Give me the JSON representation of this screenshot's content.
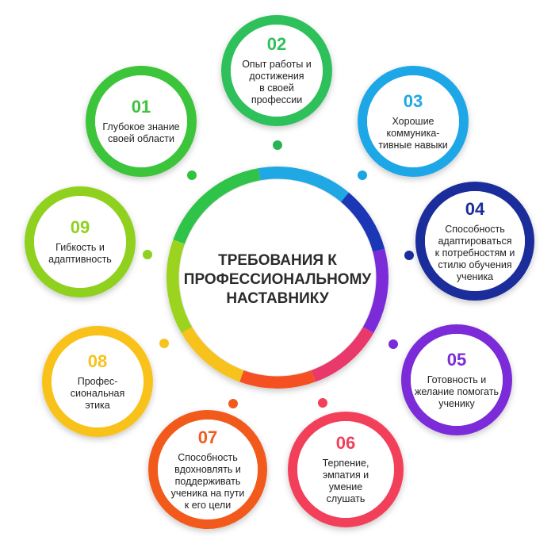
{
  "center": {
    "title": "ТРЕБОВАНИЯ К\nПРОФЕССИОНАЛЬНОМУ\nНАСТАВНИКУ"
  },
  "items": [
    {
      "number": "01",
      "label": "Глубокое знание\nсвоей области",
      "color": "#3cc43a"
    },
    {
      "number": "02",
      "label": "Опыт работы и\nдостижения\nв своей\nпрофессии",
      "color": "#2ec05a"
    },
    {
      "number": "03",
      "label": "Хорошие\nкоммуника-\nтивные навыки",
      "color": "#1ea7e6"
    },
    {
      "number": "04",
      "label": "Способность\nадаптироваться\nк потребностям и\nстилю обучения\nученика",
      "color": "#1b2d9a"
    },
    {
      "number": "05",
      "label": "Готовность и\nжелание помогать\nученику",
      "color": "#7b2bd8"
    },
    {
      "number": "06",
      "label": "Терпение,\nэмпатия и\nумение\nслушать",
      "color": "#f2405a"
    },
    {
      "number": "07",
      "label": "Способность\nвдохновлять и\nподдерживать\nученика на пути\nк его цели",
      "color": "#f25a1c"
    },
    {
      "number": "08",
      "label": "Профес-\nсиональная\nэтика",
      "color": "#f8c21a"
    },
    {
      "number": "09",
      "label": "Гибкость и\nадаптивность",
      "color": "#8fd11e"
    }
  ]
}
